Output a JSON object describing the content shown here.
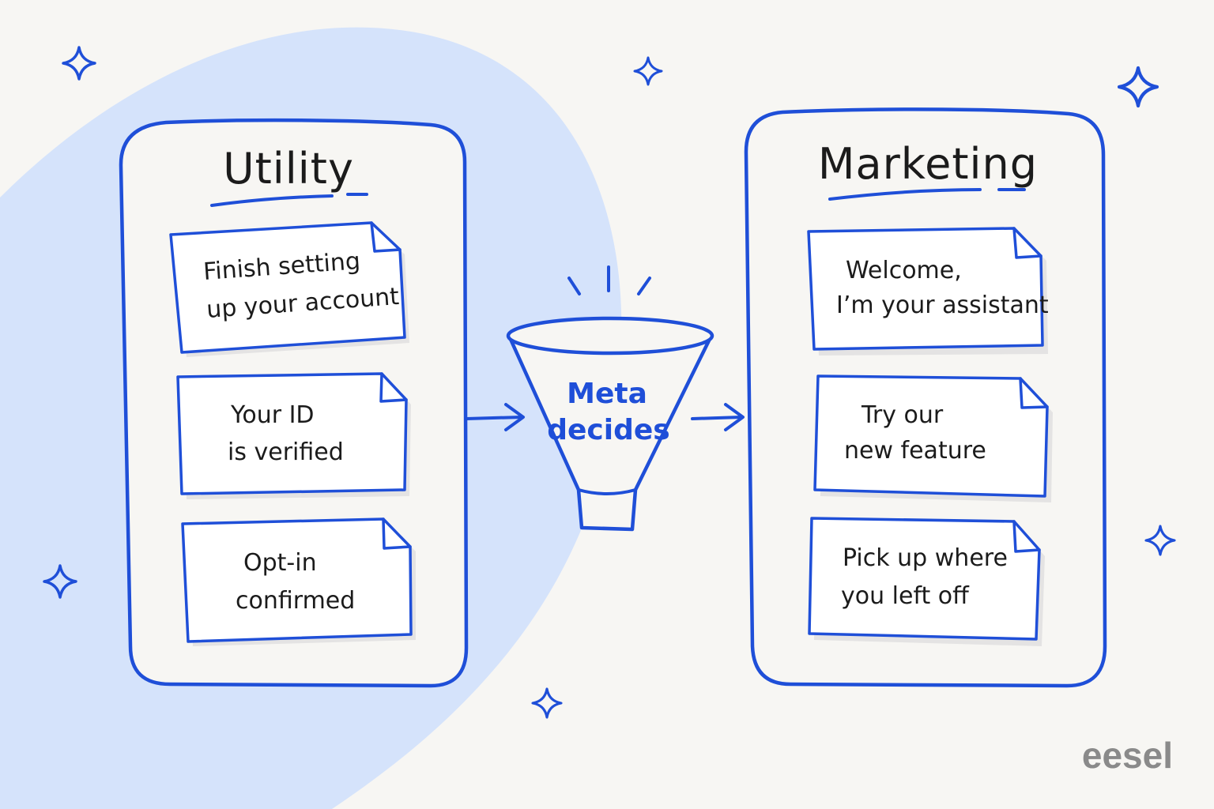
{
  "colors": {
    "background": "#f7f6f3",
    "blob": "#d5e3fb",
    "accent": "#1f4fd8",
    "ink": "#1b1b1b",
    "shadow": "#dcdcdc",
    "brand": "#8a8a8a"
  },
  "panels": {
    "utility": {
      "title": "Utility",
      "notes": [
        {
          "line1": "Finish setting",
          "line2": "up your account"
        },
        {
          "line1": "Your ID",
          "line2": "is verified"
        },
        {
          "line1": "Opt-in",
          "line2": "confirmed"
        }
      ]
    },
    "marketing": {
      "title": "Marketing",
      "notes": [
        {
          "line1": "Welcome,",
          "line2": "I’m your assistant"
        },
        {
          "line1": "Try our",
          "line2": "new feature"
        },
        {
          "line1": "Pick up where",
          "line2": "you left off"
        }
      ]
    }
  },
  "funnel": {
    "line1": "Meta",
    "line2": "decides"
  },
  "brand": {
    "name": "eesel"
  },
  "icons": {
    "sparkle": "sparkle-icon",
    "arrow": "arrow-right-icon",
    "funnel": "funnel-icon"
  }
}
